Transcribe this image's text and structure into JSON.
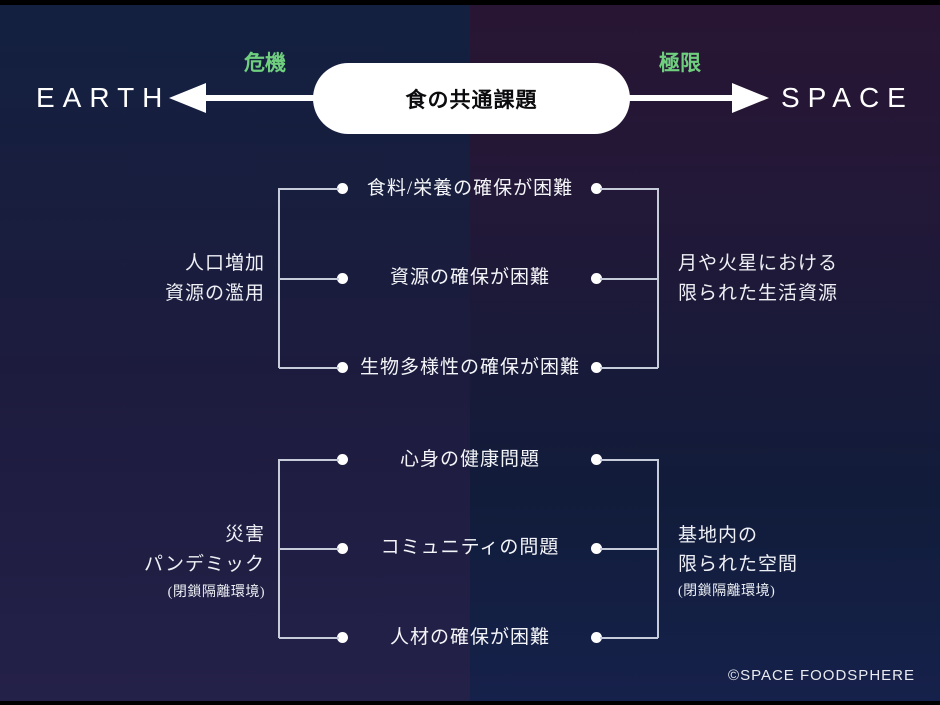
{
  "header": {
    "earth_label": "EARTH",
    "space_label": "SPACE",
    "left_arrow_caption": "危機",
    "right_arrow_caption": "極限",
    "center_title": "食の共通課題"
  },
  "groups": [
    {
      "items": [
        "食料/栄養の確保が困難",
        "資源の確保が困難",
        "生物多様性の確保が困難"
      ],
      "left_label": [
        "人口増加",
        "資源の濫用"
      ],
      "right_label": [
        "月や火星における",
        "限られた生活資源"
      ]
    },
    {
      "items": [
        "心身の健康問題",
        "コミュニティの問題",
        "人材の確保が困難"
      ],
      "left_label": [
        "災害",
        "パンデミック"
      ],
      "left_note": "(閉鎖隔離環境)",
      "right_label": [
        "基地内の",
        "限られた空間"
      ],
      "right_note": "(閉鎖隔離環境)"
    }
  ],
  "footer": {
    "copyright": "©SPACE FOODSPHERE"
  },
  "colors": {
    "accent_green": "#6fcf7f",
    "navy_top_left": "#13203f",
    "plum_top_right": "#281533",
    "indigo_bottom_left": "#242149",
    "navy_bottom_right": "#16214b",
    "pill_background": "#ffffff",
    "connector_line": "#c7ccda"
  }
}
